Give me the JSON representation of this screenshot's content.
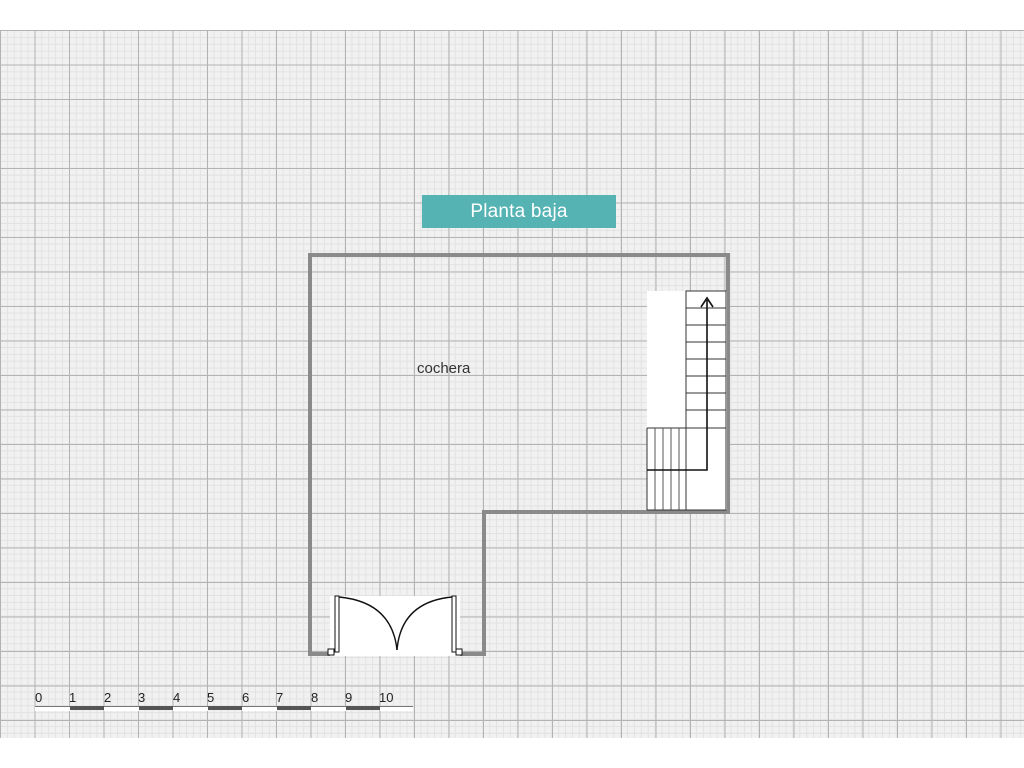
{
  "title": "Planta baja",
  "room_label": "cochera",
  "scale": {
    "ticks": [
      "0",
      "1",
      "2",
      "3",
      "4",
      "5",
      "6",
      "7",
      "8",
      "9",
      "10"
    ]
  },
  "colors": {
    "title_background": "#55b3b3",
    "title_text": "#ffffff",
    "wall": "#8a8a8a",
    "grid_major": "#b3b3b3",
    "grid_minor": "#e2e2e2",
    "scale_dark": "#555555",
    "scale_light": "#ffffff"
  },
  "symbols": {
    "stairs": "staircase-icon",
    "door": "double-door-icon",
    "direction": "up-arrow-icon"
  }
}
